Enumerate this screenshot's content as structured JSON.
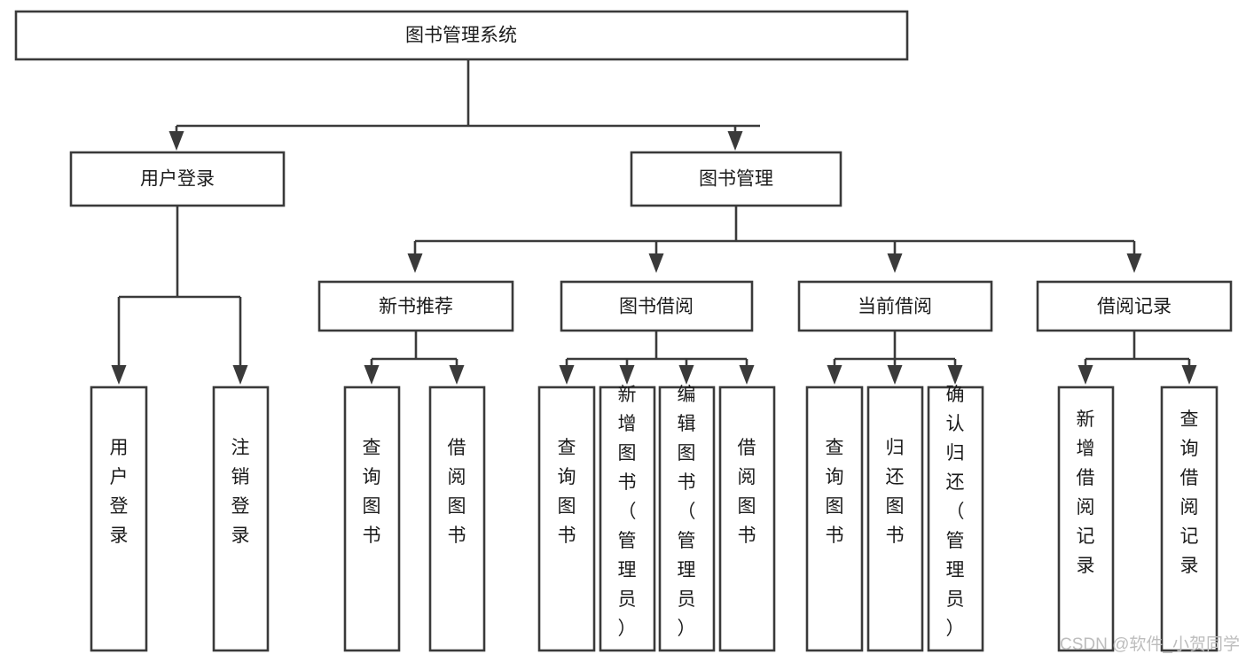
{
  "diagram": {
    "type": "tree-hierarchy",
    "title": "图书管理系统",
    "orientation": "top-down",
    "colors": {
      "stroke": "#3a3a3a",
      "fill": "#ffffff",
      "text": "#1b1b1b",
      "watermark": "#bdbdbd",
      "background": "#ffffff"
    },
    "root": {
      "label": "图书管理系统"
    },
    "level2": [
      {
        "label": "用户登录"
      },
      {
        "label": "图书管理"
      }
    ],
    "level3": [
      {
        "label": "新书推荐"
      },
      {
        "label": "图书借阅"
      },
      {
        "label": "当前借阅"
      },
      {
        "label": "借阅记录"
      }
    ],
    "leaves": {
      "user_login": [
        {
          "label": "用户登录"
        },
        {
          "label": "注销登录"
        }
      ],
      "new_book_recommend": [
        {
          "label": "查询图书"
        },
        {
          "label": "借阅图书"
        }
      ],
      "book_borrow": [
        {
          "label": "查询图书"
        },
        {
          "label": "新增图书（管理员）"
        },
        {
          "label": "编辑图书（管理员）"
        },
        {
          "label": "借阅图书"
        }
      ],
      "current_borrow": [
        {
          "label": "查询图书"
        },
        {
          "label": "归还图书"
        },
        {
          "label": "确认归还（管理员）"
        }
      ],
      "borrow_record": [
        {
          "label": "新增借阅记录"
        },
        {
          "label": "查询借阅记录"
        }
      ]
    }
  },
  "watermark": {
    "text": "CSDN @软件_小贺同学"
  }
}
